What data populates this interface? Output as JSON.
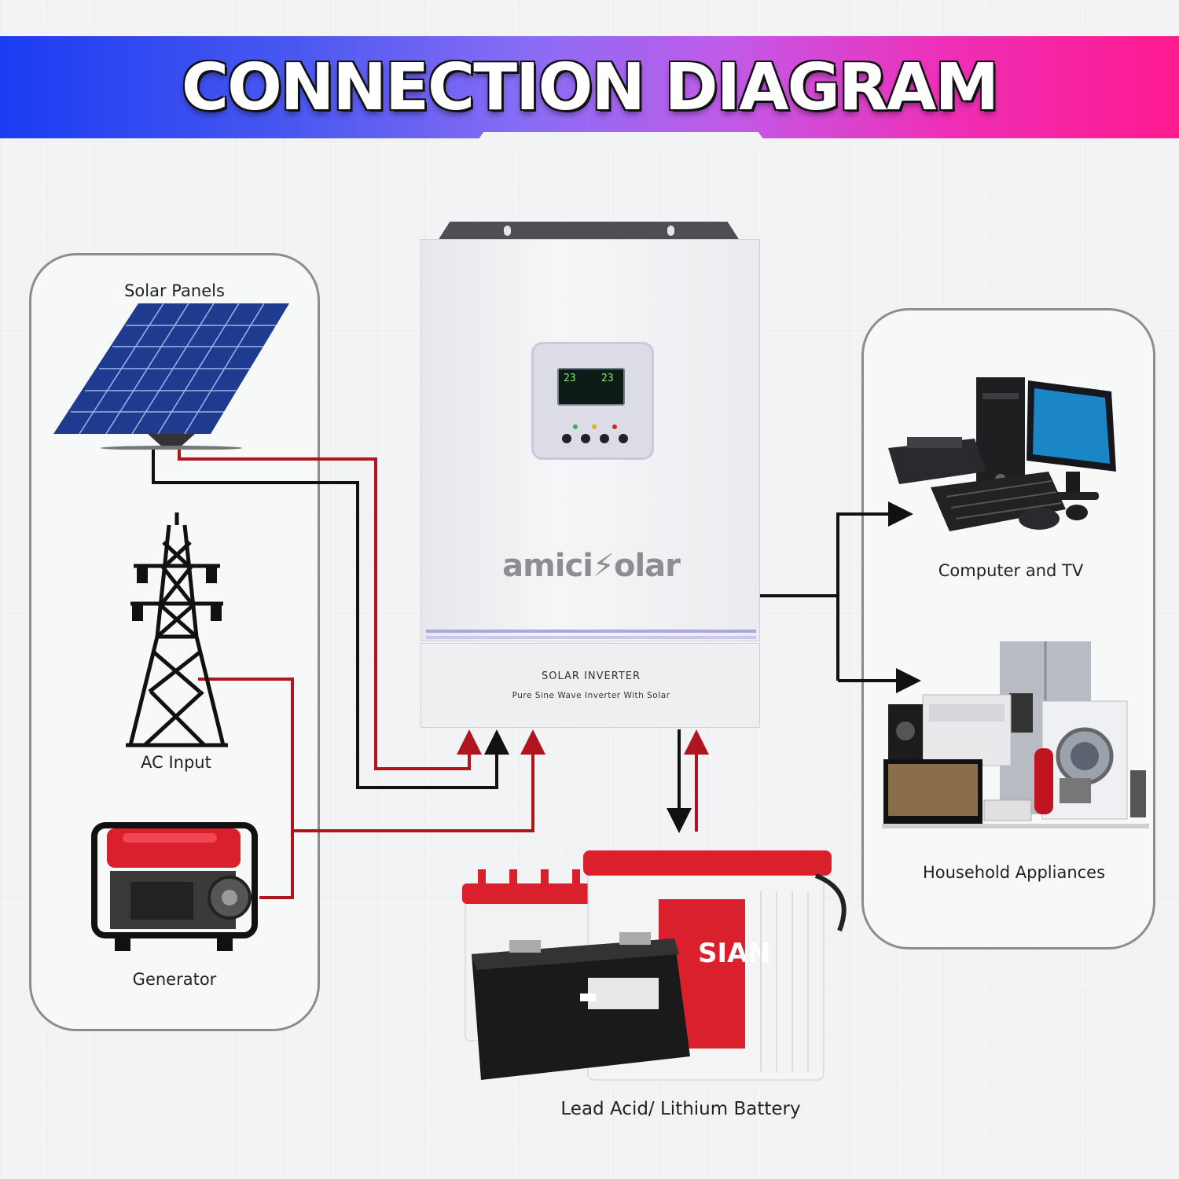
{
  "banner": {
    "title": "CONNECTION DIAGRAM"
  },
  "inverter": {
    "brand": "amici⚡olar",
    "product": "SOLAR INVERTER",
    "subtitle": "Pure Sine Wave Inverter With Solar",
    "display_left": "23",
    "display_right": "23"
  },
  "sources": {
    "solar": "Solar Panels",
    "ac": "AC Input",
    "generator": "Generator"
  },
  "loads": {
    "computer": "Computer and TV",
    "household": "Household Appliances"
  },
  "battery": {
    "label": "Lead Acid/ Lithium Battery"
  },
  "colors": {
    "wire_positive": "#b0141e",
    "wire_negative": "#111111",
    "banner_left": "#1b3cf2",
    "banner_right": "#ff1a8f"
  }
}
